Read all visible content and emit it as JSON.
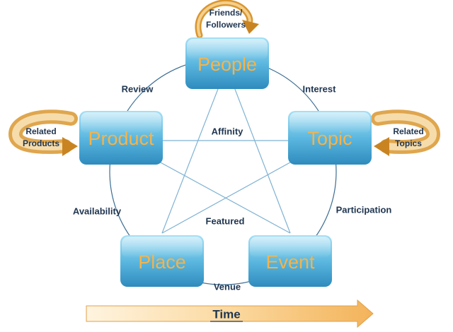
{
  "nodes": {
    "people": "People",
    "product": "Product",
    "topic": "Topic",
    "place": "Place",
    "event": "Event"
  },
  "edge_labels": {
    "review": "Review",
    "interest": "Interest",
    "affinity": "Affinity",
    "availability": "Availability",
    "participation": "Participation",
    "featured": "Featured",
    "venue": "Venue"
  },
  "self_relations": {
    "people_line1": "Friends/",
    "people_line2": "Followers",
    "product_line1": "Related",
    "product_line2": "Products",
    "topic_line1": "Related",
    "topic_line2": "Topics"
  },
  "timeline": {
    "label": "Time"
  },
  "colors": {
    "node_fill_top": "#9fdcf2",
    "node_fill_bottom": "#2f8fbf",
    "node_text": "#f5b34a",
    "line": "#4a7fa8",
    "label_text": "#1f3550",
    "arrow_light": "#fbe3b8",
    "arrow_dark": "#c98421"
  }
}
